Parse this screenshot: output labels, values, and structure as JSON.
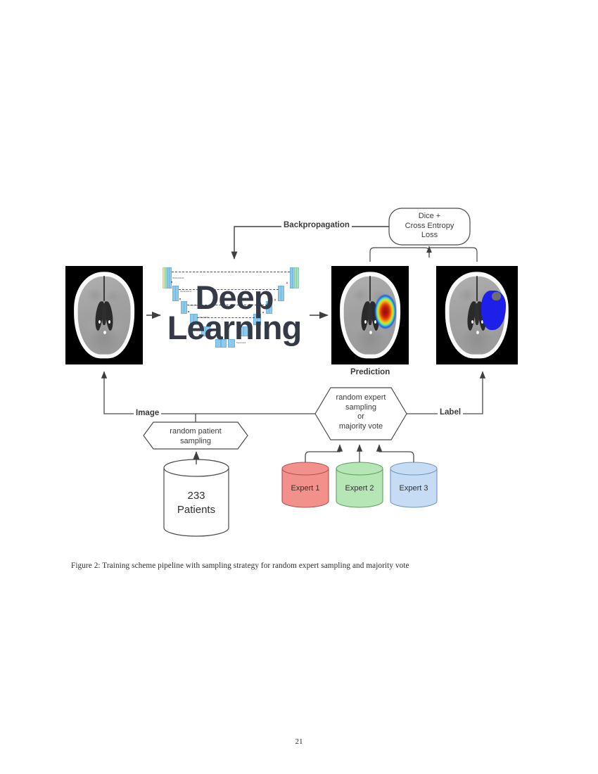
{
  "figure": {
    "caption": "Figure 2: Training scheme pipeline with sampling strategy for random expert sampling and majority vote",
    "page_number": "21"
  },
  "diagram": {
    "backprop_label": "Backpropagation",
    "loss_box": {
      "line1": "Dice +",
      "line2": "Cross Entropy",
      "line3": "Loss"
    },
    "model": {
      "title_line1": "Deep",
      "title_line2": "Learning"
    },
    "images": {
      "input_caption": "",
      "prediction_caption": "Prediction",
      "label_caption": ""
    },
    "edges": {
      "image_label": "Image",
      "label_label": "Label"
    },
    "patient_sampling": {
      "line1": "random patient",
      "line2": "sampling"
    },
    "expert_sampling": {
      "line1": "random expert",
      "line2": "sampling",
      "line3": "or",
      "line4": "majority vote"
    },
    "patients_db": {
      "line1": "233",
      "line2": "Patients"
    },
    "experts": [
      {
        "label": "Expert 1",
        "color": "#f2918c"
      },
      {
        "label": "Expert 2",
        "color": "#b6e6b6"
      },
      {
        "label": "Expert 3",
        "color": "#c6dcf4"
      }
    ],
    "colors": {
      "stroke": "#4a4a4a",
      "text": "#3b3b3b",
      "segmentation_blue": "#1f1fea",
      "heatmap": "jet"
    }
  }
}
